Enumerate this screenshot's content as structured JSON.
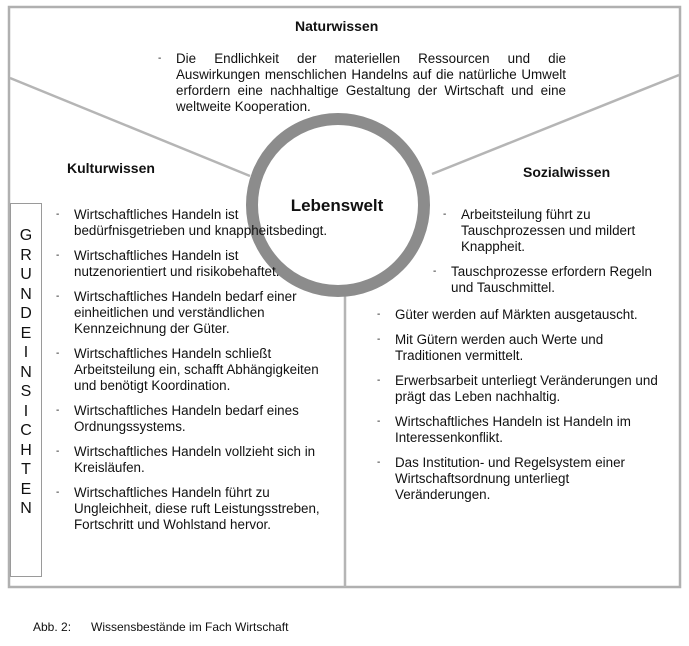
{
  "center": {
    "label": "Lebenswelt"
  },
  "natur": {
    "title": "Naturwissen",
    "items": [
      "Die Endlichkeit der materiellen Ressourcen und die Auswirkungen menschlichen Handelns auf die natürliche Umwelt erfordern eine nachhaltige Gestaltung der Wirtschaft und eine weltweite Kooperation."
    ]
  },
  "kultur": {
    "title": "Kulturwissen",
    "items": [
      "Wirtschaftliches Handeln ist bedürfnisgetrieben und knappheitsbedingt.",
      "Wirtschaftliches Handeln ist nutzenorientiert und risikobehaftet.",
      "Wirtschaftliches Handeln bedarf einer einheitlichen und verständlichen Kennzeichnung der Güter.",
      "Wirtschaftliches Handeln schließt Arbeitsteilung ein, schafft Abhängigkeiten und benötigt Koordination.",
      "Wirtschaftliches Handeln bedarf eines Ordnungssystems.",
      "Wirtschaftliches Handeln vollzieht sich in Kreisläufen.",
      "Wirtschaftliches Handeln führt zu Ungleichheit, diese ruft Leistungsstreben, Fortschritt und Wohlstand hervor."
    ]
  },
  "sozial": {
    "title": "Sozialwissen",
    "items_upper": [
      "Arbeitsteilung führt zu Tauschprozessen und mildert Knappheit.",
      "Tauschprozesse erfordern Regeln und Tauschmittel."
    ],
    "items_lower": [
      "Güter werden auf Märkten ausgetauscht.",
      "Mit Gütern werden auch Werte und Traditionen vermittelt.",
      "Erwerbsarbeit unterliegt Veränderungen und prägt das Leben nachhaltig.",
      "Wirtschaftliches Handeln ist Handeln im Interessenkonflikt.",
      "Das Institution- und Regelsystem einer Wirtschaftsordnung unterliegt Veränderungen."
    ]
  },
  "side": {
    "label": "GRUNDEINSICHTEN"
  },
  "caption": {
    "number": "Abb. 2:",
    "text": "Wissensbestände im Fach Wirtschaft"
  },
  "colors": {
    "ring": "#8c8c8c",
    "lines": "#b5b5b5",
    "frame": "#b0b0b0"
  }
}
